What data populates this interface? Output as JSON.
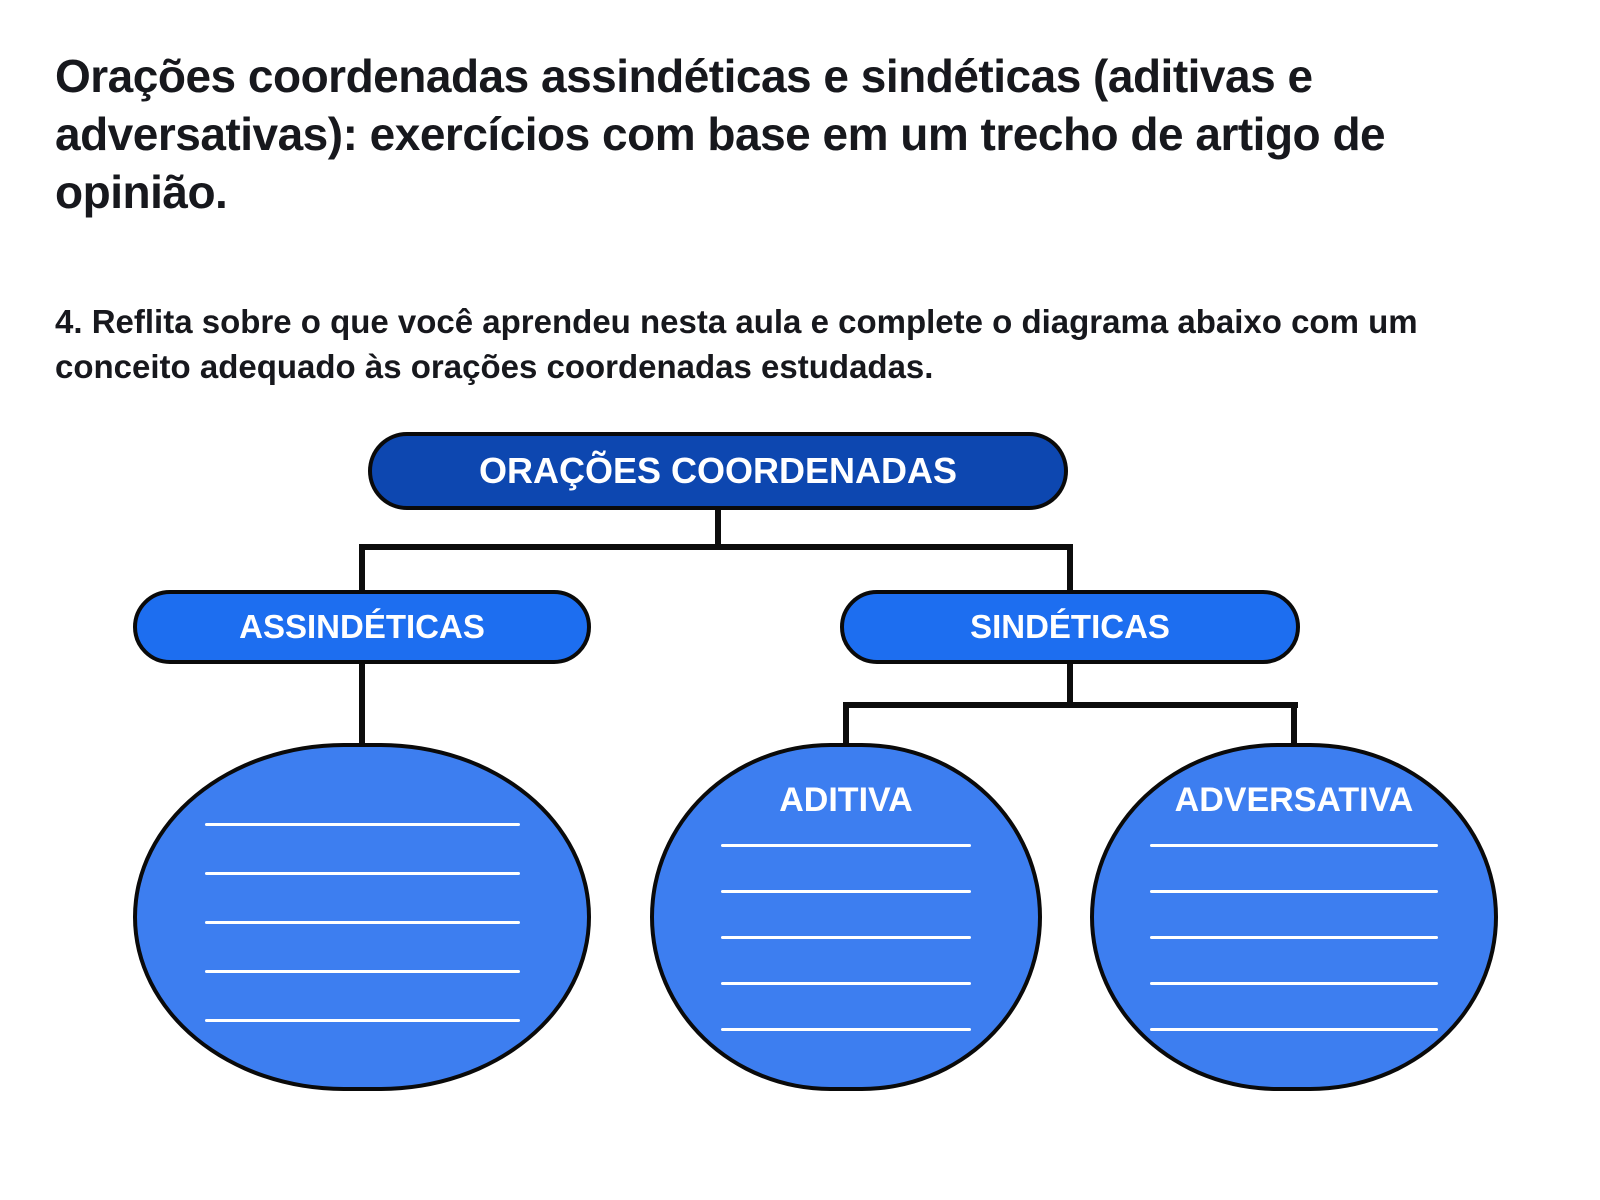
{
  "page": {
    "title": "Orações coordenadas assindéticas e sindéticas (aditivas e adversativas): exercícios com base em um trecho de artigo de opinião.",
    "instruction": "4. Reflita sobre o que você aprendeu nesta aula e complete o diagrama abaixo com um conceito adequado às orações coordenadas estudadas."
  },
  "diagram": {
    "root": {
      "label": "ORAÇÕES COORDENADAS"
    },
    "children": [
      {
        "label": "ASSINDÉTICAS"
      },
      {
        "label": "SINDÉTICAS"
      }
    ],
    "leaves": [
      {
        "parent": "ASSINDÉTICAS",
        "label": "",
        "blank_lines": 5
      },
      {
        "parent": "SINDÉTICAS",
        "label": "ADITIVA",
        "blank_lines": 5
      },
      {
        "parent": "SINDÉTICAS",
        "label": "ADVERSATIVA",
        "blank_lines": 5
      }
    ],
    "colors": {
      "root_fill": "#0d47b0",
      "node_fill": "#1d6ef0",
      "leaf_fill": "#3d7ef0",
      "outline": "#0a0a0a",
      "connector": "#0d0d0d",
      "label_text": "#ffffff"
    }
  }
}
